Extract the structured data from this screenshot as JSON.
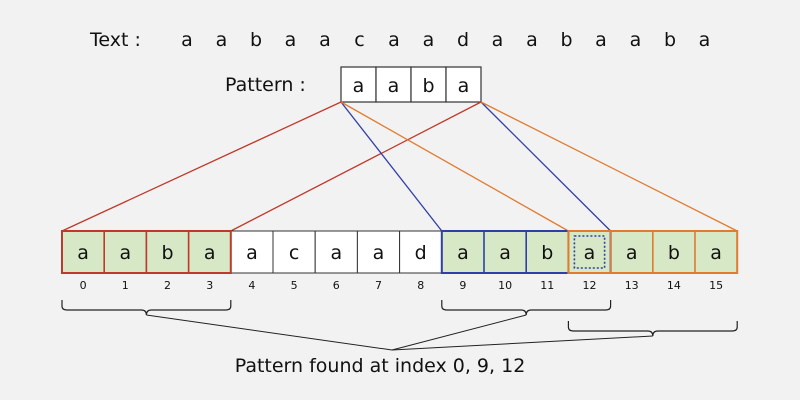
{
  "text_label": "Text :",
  "text_chars": [
    "a",
    "a",
    "b",
    "a",
    "a",
    "c",
    "a",
    "a",
    "d",
    "a",
    "a",
    "b",
    "a",
    "a",
    "b",
    "a"
  ],
  "pattern_label": "Pattern :",
  "pattern": [
    "a",
    "a",
    "b",
    "a"
  ],
  "indices": [
    "0",
    "1",
    "2",
    "3",
    "4",
    "5",
    "6",
    "7",
    "8",
    "9",
    "10",
    "11",
    "12",
    "13",
    "14",
    "15"
  ],
  "matches": [
    0,
    9,
    12
  ],
  "result_text": "Pattern found at index 0, 9, 12",
  "colors": {
    "background": "#f2f2f2",
    "match_fill": "#d6e8c6",
    "match0_stroke": "#c0392b",
    "match9_stroke": "#2f3fa8",
    "match12_stroke": "#e07b2f",
    "cell_stroke": "#333333",
    "brace_stroke": "#222222"
  }
}
